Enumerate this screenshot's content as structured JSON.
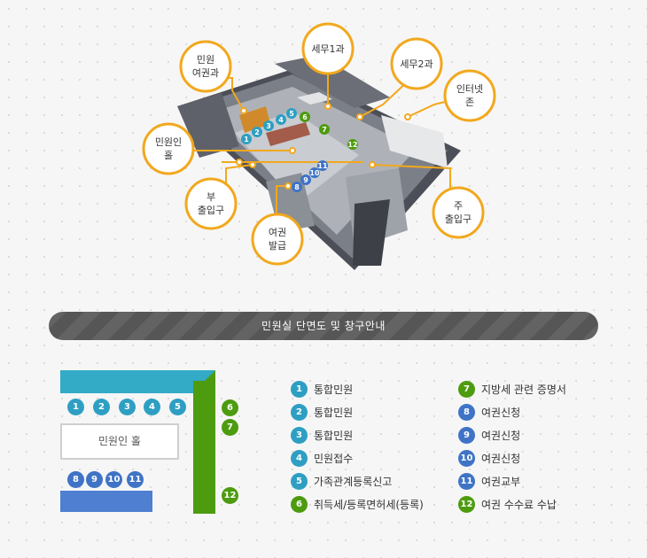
{
  "callouts": {
    "minwon_yeogwon": [
      "민원",
      "여권과"
    ],
    "semu1": "세무1과",
    "semu2": "세무2과",
    "internet": [
      "인터넷",
      "존"
    ],
    "minwon_hall": [
      "민원인",
      "홀"
    ],
    "sub_entrance": [
      "부",
      "출입구"
    ],
    "passport_issue": [
      "여권",
      "발급"
    ],
    "main_entrance": [
      "주",
      "출입구"
    ]
  },
  "map_numbers": [
    "1",
    "2",
    "3",
    "4",
    "5",
    "6",
    "7",
    "8",
    "9",
    "10",
    "11",
    "12"
  ],
  "banner_title": "민원실 단면도 및 창구안내",
  "floorplan": {
    "hall_label": "민원인 홀",
    "top_numbers": [
      "1",
      "2",
      "3",
      "4",
      "5"
    ],
    "side_numbers": [
      "6",
      "7",
      "12"
    ],
    "bottom_numbers": [
      "8",
      "9",
      "10",
      "11"
    ]
  },
  "legend": {
    "left": [
      {
        "num": "1",
        "label": "통합민원",
        "color": "cyan"
      },
      {
        "num": "2",
        "label": "통합민원",
        "color": "cyan"
      },
      {
        "num": "3",
        "label": "통합민원",
        "color": "cyan"
      },
      {
        "num": "4",
        "label": "민원접수",
        "color": "cyan"
      },
      {
        "num": "5",
        "label": "가족관계등록신고",
        "color": "cyan"
      },
      {
        "num": "6",
        "label": "취득세/등록면허세(등록)",
        "color": "green"
      }
    ],
    "right": [
      {
        "num": "7",
        "label": "지방세 관련 증명서",
        "color": "green"
      },
      {
        "num": "8",
        "label": "여권신청",
        "color": "blue"
      },
      {
        "num": "9",
        "label": "여권신청",
        "color": "blue"
      },
      {
        "num": "10",
        "label": "여권신청",
        "color": "blue"
      },
      {
        "num": "11",
        "label": "여권교부",
        "color": "blue"
      },
      {
        "num": "12",
        "label": "여권 수수료 수납",
        "color": "green"
      }
    ]
  },
  "colors": {
    "counter_cyan": "#2e9fc2",
    "counter_green": "#4d9b0f",
    "counter_blue": "#3f73c6",
    "callout_ring": "#f2a81d"
  }
}
